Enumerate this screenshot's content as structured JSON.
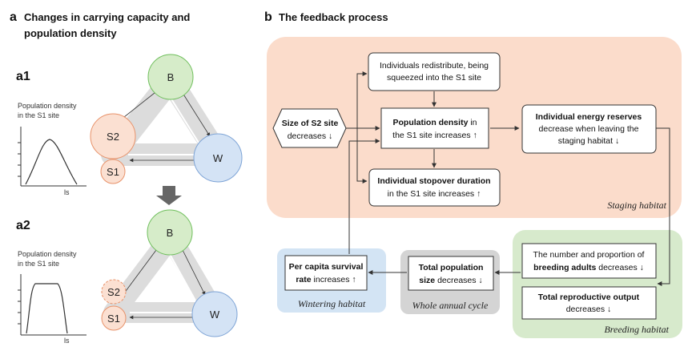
{
  "panel_a": {
    "letter": "a",
    "title_line1": "Changes in carrying capacity and",
    "title_line2": "population density",
    "a1": {
      "label": "a1",
      "y_label_line1": "Population density",
      "y_label_line2": "in the S1 site",
      "x_label": "ls",
      "nodes": {
        "b": "B",
        "s2": "S2",
        "s1": "S1",
        "w": "W"
      }
    },
    "a2": {
      "label": "a2",
      "y_label_line1": "Population density",
      "y_label_line2": "in the S1 site",
      "x_label": "ls",
      "nodes": {
        "b": "B",
        "s2": "S2",
        "s1": "S1",
        "w": "W"
      }
    }
  },
  "panel_b": {
    "letter": "b",
    "title": "The feedback process",
    "habitats": {
      "staging": "Staging habitat",
      "breeding": "Breeding habitat",
      "wintering": "Wintering habitat",
      "annual": "Whole annual cycle"
    },
    "boxes": {
      "redistribute": {
        "line1": "Individuals redistribute, being",
        "line2": "squeezed into the S1 site"
      },
      "s2_size": {
        "bold": "Size of S2 site",
        "rest": "decreases ↓"
      },
      "density": {
        "bold": "Population density",
        "rest1": " in",
        "line2": "the S1 site increases ↑"
      },
      "energy": {
        "bold": "Individual energy reserves",
        "line2": "decrease when leaving the",
        "line3": "staging habitat ↓"
      },
      "stopover": {
        "bold": "Individual stopover duration",
        "line2": "in the S1 site increases ↑"
      },
      "breeding_adults": {
        "line1": "The number and proportion of",
        "bold": "breeding adults",
        "rest": " decreases ↓"
      },
      "reproductive": {
        "bold": "Total reproductive output",
        "line2": "decreases ↓"
      },
      "total_pop": {
        "bold1": "Total population",
        "bold2": "size",
        "rest": " decreases ↓"
      },
      "survival": {
        "bold1": "Per capita survival",
        "bold2": "rate",
        "rest": " increases ↑"
      }
    }
  },
  "colors": {
    "staging_bg": "#fbdccb",
    "breeding_bg": "#d7eacc",
    "wintering_bg": "#d3e4f4",
    "annual_bg": "#d4d4d4",
    "node_b": "#d6ecc9",
    "node_s": "#fbe0d2",
    "node_w": "#d4e3f5",
    "triangle": "#dcdcdc"
  }
}
